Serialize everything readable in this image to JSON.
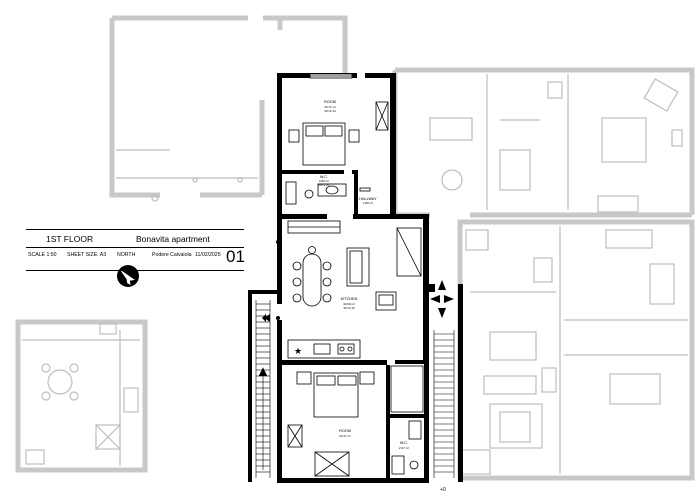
{
  "title_block": {
    "floor": "1ST FLOOR",
    "project": "Bonavita apartment",
    "scale": "SCALE 1:50",
    "sheet_size": "SHEET SIZE: A3",
    "north": "NORTH",
    "place": "Podere Calvaiola",
    "date": "11/02/2025",
    "sheet_number": "01"
  },
  "rooms": {
    "room_top": {
      "name": "ROOM",
      "area": "15,71 m²",
      "dims": "Sh=2,14"
    },
    "wc_top": {
      "name": "W.C.",
      "area": "3,85 m²",
      "dims": "Sh=2,81"
    },
    "hallway": {
      "name": "HALLWAY",
      "area": "2,88 m²"
    },
    "kitchen": {
      "name": "KITCHEN",
      "area": "30,69 m²",
      "dims": "Sh=2,15"
    },
    "room_bottom": {
      "name": "ROOM",
      "area": "20,37 m²"
    },
    "wc_bottom": {
      "name": "W.C.",
      "area": "2,37 m²"
    }
  },
  "annotations": {
    "level_marker": "+0"
  },
  "colors": {
    "wall": "#000000",
    "ghost": "#c8c8c8",
    "ghost_line": "#bdbdbd"
  }
}
